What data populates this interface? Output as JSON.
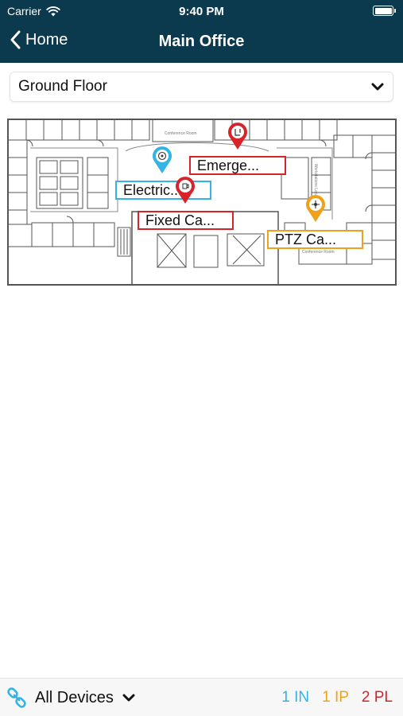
{
  "status_bar": {
    "carrier": "Carrier",
    "time": "9:40 PM"
  },
  "nav": {
    "back_label": "Home",
    "title": "Main Office"
  },
  "floor_selector": {
    "selected": "Ground Floor"
  },
  "floor_plan": {
    "room_labels": {
      "conference_top": "Conference Room",
      "conference_right": "Conference Room",
      "workstations": "Workstations Location"
    },
    "devices": [
      {
        "label": "Emerge...",
        "type": "PL",
        "color": "#d8232a",
        "icon": "emergency-icon"
      },
      {
        "label": "Electric...",
        "type": "IN",
        "color": "#33b3e6",
        "icon": "electric-icon"
      },
      {
        "label": "Fixed Ca...",
        "type": "PL",
        "color": "#d8232a",
        "icon": "camera-icon"
      },
      {
        "label": "PTZ Ca...",
        "type": "IP",
        "color": "#f0a11c",
        "icon": "ptz-camera-icon"
      }
    ]
  },
  "bottom_bar": {
    "filter_label": "All Devices",
    "counts": {
      "in": "1 IN",
      "ip": "1 IP",
      "pl": "2 PL"
    }
  },
  "colors": {
    "header_bg": "#0b3a4f",
    "in": "#33b3e6",
    "ip": "#f0a11c",
    "pl": "#d8232a"
  }
}
